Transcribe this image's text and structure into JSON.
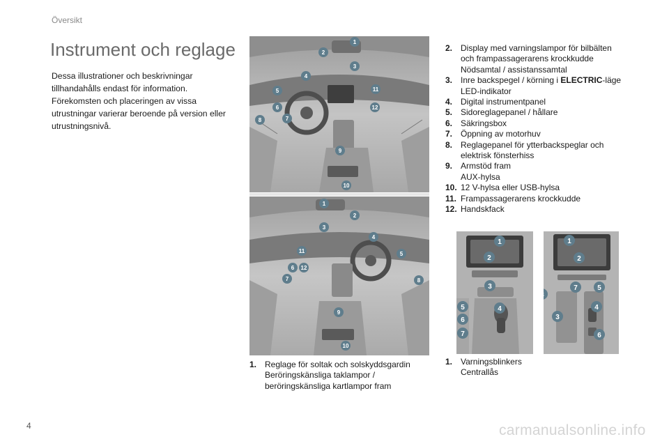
{
  "header": {
    "section": "Översikt"
  },
  "title": "Instrument och reglage",
  "intro": [
    "Dessa illustrationer och beskrivningar",
    "tillhandahålls endast för information.",
    "Förekomsten och placeringen av vissa",
    "utrustningar varierar beroende på version eller",
    "utrustningsnivå."
  ],
  "colors": {
    "badge": "#5f7d8c",
    "photo": "#b8b8b8"
  },
  "figures": {
    "dash_top": {
      "badges": [
        "1",
        "2",
        "3",
        "4",
        "5",
        "6",
        "7",
        "8",
        "9",
        "10",
        "11",
        "12"
      ]
    },
    "dash_bottom": {
      "badges": [
        "1",
        "2",
        "3",
        "4",
        "5",
        "6",
        "7",
        "8",
        "9",
        "10",
        "11",
        "12"
      ]
    },
    "console_left": {
      "badges": [
        "1",
        "2",
        "3",
        "4",
        "5",
        "6",
        "7"
      ]
    },
    "console_right": {
      "badges": [
        "1",
        "2",
        "3",
        "4",
        "5",
        "6",
        "7"
      ]
    }
  },
  "list_main": [
    {
      "num": "2.",
      "lines": [
        "Display med varningslampor för bilbälten",
        "och frampassagerarens krockkudde",
        "Nödsamtal / assistanssamtal"
      ]
    },
    {
      "num": "3.",
      "pre": "Inre backspegel / körning i ",
      "bold": "ELECTRIC",
      "post": "-läge",
      "lines": [
        "LED-indikator"
      ]
    },
    {
      "num": "4.",
      "lines": [
        "Digital instrumentpanel"
      ]
    },
    {
      "num": "5.",
      "lines": [
        "Sidoreglagepanel / hållare"
      ]
    },
    {
      "num": "6.",
      "lines": [
        "Säkringsbox"
      ]
    },
    {
      "num": "7.",
      "lines": [
        "Öppning av motorhuv"
      ]
    },
    {
      "num": "8.",
      "lines": [
        "Reglagepanel för ytterbackspeglar och",
        "elektrisk fönsterhiss"
      ]
    },
    {
      "num": "9.",
      "lines": [
        "Armstöd fram",
        "AUX-hylsa"
      ]
    },
    {
      "num": "10.",
      "lines": [
        "12 V-hylsa eller USB-hylsa"
      ]
    },
    {
      "num": "11.",
      "lines": [
        "Frampassagerarens krockkudde"
      ]
    },
    {
      "num": "12.",
      "lines": [
        "Handskfack"
      ]
    }
  ],
  "list_item1": {
    "num": "1.",
    "lines": [
      "Reglage för soltak och solskyddsgardin",
      "Beröringskänsliga taklampor /",
      "beröringskänsliga kartlampor fram"
    ]
  },
  "list_console": {
    "num": "1.",
    "lines": [
      "Varningsblinkers",
      "Centrallås"
    ]
  },
  "page_number": "4",
  "watermark": "carmanualsonline.info"
}
